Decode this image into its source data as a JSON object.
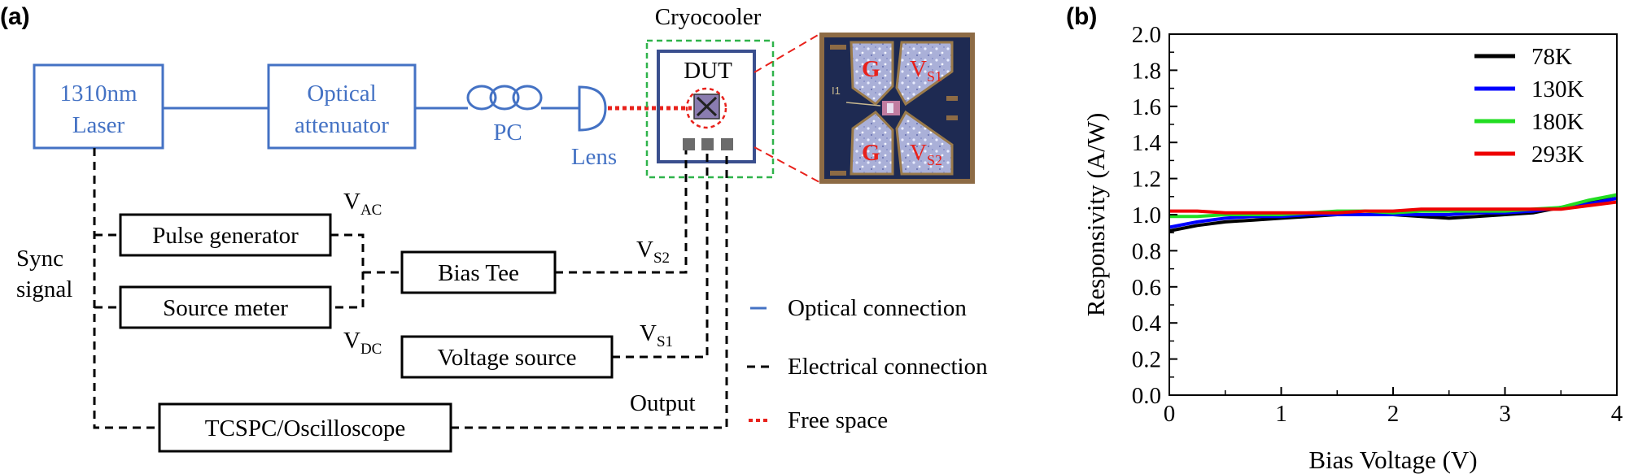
{
  "panel_a": {
    "label": "(a)",
    "laser_line1": "1310nm",
    "laser_line2": "Laser",
    "attenuator_line1": "Optical",
    "attenuator_line2": "attenuator",
    "pc": "PC",
    "lens": "Lens",
    "cryocooler": "Cryocooler",
    "dut": "DUT",
    "pulse_generator": "Pulse generator",
    "source_meter": "Source meter",
    "bias_tee": "Bias Tee",
    "voltage_source": "Voltage source",
    "tcspc": "TCSPC/Oscilloscope",
    "sync_line1": "Sync",
    "sync_line2": "signal",
    "v_ac_main": "V",
    "v_ac_sub": "AC",
    "v_dc_main": "V",
    "v_dc_sub": "DC",
    "v_s2_main": "V",
    "v_s2_sub": "S2",
    "v_s1_main": "V",
    "v_s1_sub": "S1",
    "output": "Output",
    "legend": {
      "optical": "Optical connection",
      "electrical": "Electrical connection",
      "free_space": "Free space"
    },
    "micrograph": {
      "g_top": "G",
      "v_top_main": "V",
      "v_top_sub": "S1",
      "g_bottom": "G",
      "v_bottom_main": "V",
      "v_bottom_sub": "S2",
      "marker": "I1"
    },
    "colors": {
      "optical": "#4472c4",
      "electrical": "#000000",
      "free_space": "#e8211b",
      "cryocooler": "#2fb34a"
    }
  },
  "panel_b": {
    "label": "(b)",
    "chart_data": {
      "type": "line",
      "xlabel": "Bias Voltage (V)",
      "ylabel": "Responsivity (A/W)",
      "xlim": [
        0,
        4
      ],
      "ylim": [
        0,
        2.0
      ],
      "xticks": [
        "0",
        "1",
        "2",
        "3",
        "4"
      ],
      "yticks": [
        "0.0",
        "0.2",
        "0.4",
        "0.6",
        "0.8",
        "1.0",
        "1.2",
        "1.4",
        "1.6",
        "1.8",
        "2.0"
      ],
      "legend_position": "top-right",
      "x": [
        0,
        0.25,
        0.5,
        0.75,
        1.0,
        1.25,
        1.5,
        1.75,
        2.0,
        2.25,
        2.5,
        2.75,
        3.0,
        3.25,
        3.5,
        3.75,
        4.0
      ],
      "series": [
        {
          "name": "78K",
          "color": "#000000",
          "values": [
            0.91,
            0.94,
            0.96,
            0.97,
            0.98,
            0.99,
            1.0,
            1.0,
            1.0,
            0.99,
            0.98,
            0.99,
            1.0,
            1.01,
            1.04,
            1.07,
            1.11
          ]
        },
        {
          "name": "130K",
          "color": "#0000ff",
          "values": [
            0.93,
            0.96,
            0.98,
            0.99,
            0.99,
            1.0,
            1.0,
            1.0,
            1.0,
            1.0,
            1.0,
            1.01,
            1.01,
            1.02,
            1.04,
            1.06,
            1.09
          ]
        },
        {
          "name": "180K",
          "color": "#22dd22",
          "values": [
            0.99,
            0.99,
            1.0,
            1.0,
            1.0,
            1.01,
            1.02,
            1.02,
            1.01,
            1.02,
            1.02,
            1.02,
            1.02,
            1.03,
            1.04,
            1.08,
            1.11
          ]
        },
        {
          "name": "293K",
          "color": "#ee0000",
          "values": [
            1.02,
            1.02,
            1.01,
            1.01,
            1.01,
            1.01,
            1.01,
            1.02,
            1.02,
            1.03,
            1.03,
            1.03,
            1.03,
            1.03,
            1.03,
            1.05,
            1.07
          ]
        }
      ]
    }
  }
}
